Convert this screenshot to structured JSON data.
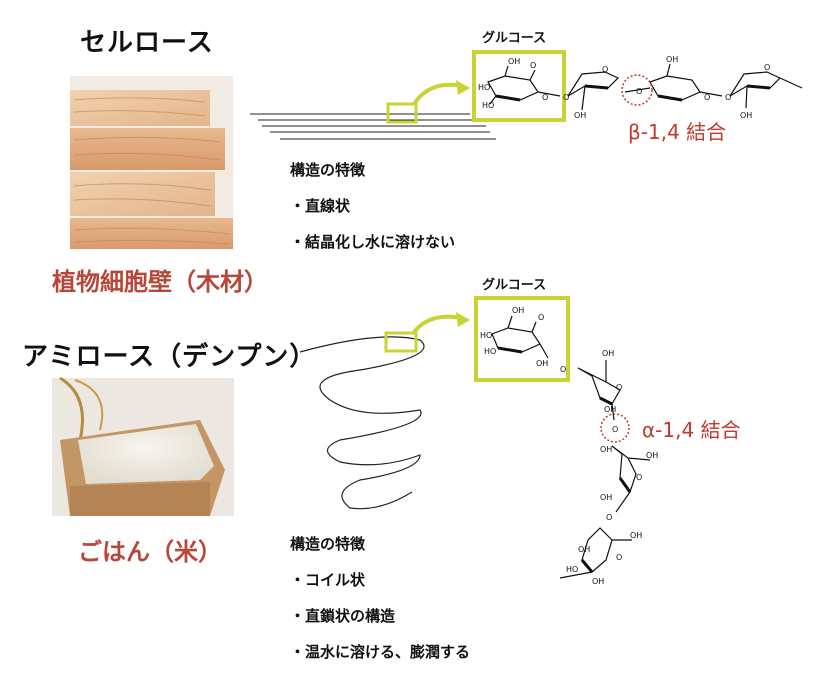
{
  "cellulose": {
    "title": "セルロース",
    "caption": "植物細胞壁（木材）",
    "image": "wood-blocks",
    "glucose_label": "グルコース",
    "bond_label": "β-1,4 結合",
    "features_heading": "構造の特徴",
    "features": [
      "・直線状",
      "・結晶化し水に溶けない"
    ]
  },
  "amylose": {
    "title": "アミロース（デンプン）",
    "caption": "ごはん（米）",
    "image": "rice-in-wooden-box",
    "glucose_label": "グルコース",
    "bond_label": "α-1,4 結合",
    "features_heading": "構造の特徴",
    "features": [
      "・コイル状",
      "・直鎖状の構造",
      "・温水に溶ける、膨潤する"
    ]
  },
  "chem_labels": {
    "hydroxyl": "OH",
    "ho": "HO",
    "oxygen": "O"
  },
  "colors": {
    "highlight": "#c8d335",
    "bond_red": "#c0392b",
    "caption_red": "#b8473a"
  }
}
